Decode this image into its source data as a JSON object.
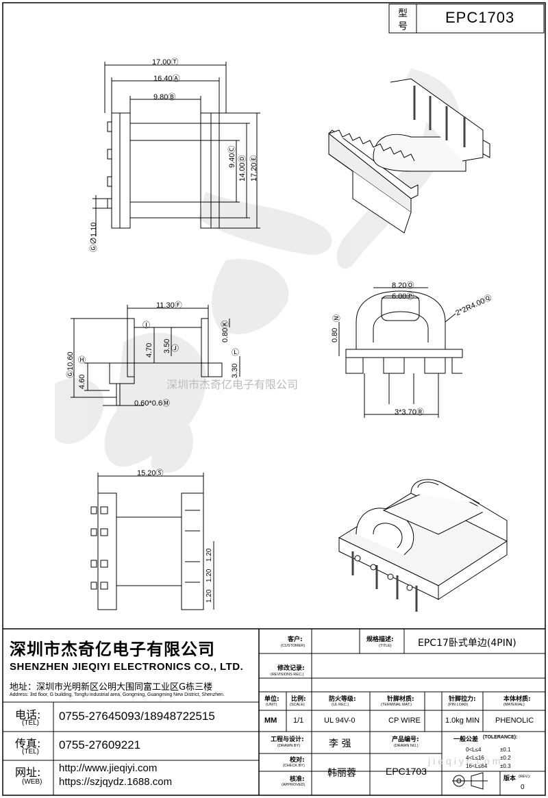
{
  "header": {
    "model_label_1": "型",
    "model_label_2": "号",
    "model_value": "EPC1703"
  },
  "watermark": {
    "text": "深圳市杰奇亿电子有限公司",
    "site_text": "jieqiyi.com"
  },
  "dimensions": {
    "top_view": {
      "A": "17.00Ⓣ",
      "B": "16.40Ⓐ",
      "C": "9.80Ⓑ",
      "D": "9.40Ⓒ",
      "E": "14.00Ⓓ",
      "F": "17.20Ⓔ",
      "G": "Ⓖ∅1.10"
    },
    "front_view": {
      "A": "11.30Ⓕ",
      "B": "Ⓘ",
      "C": "4.70",
      "D": "3.50",
      "E": "Ⓙ",
      "F": "0.80Ⓚ",
      "G": "Ⓛ",
      "H": "3.30",
      "I": "Ⓖ10.60",
      "J": "Ⓗ",
      "K": "4.60",
      "L": "0.60*0.6Ⓜ"
    },
    "side_view": {
      "A": "8.20Ⓞ",
      "B": "6.00Ⓟ",
      "C": "2*2R4.00Ⓠ",
      "D": "Ⓝ",
      "E": "0.80",
      "F": "3*3.70Ⓡ"
    },
    "bottom_view": {
      "A": "15.20Ⓢ",
      "B": "1.20",
      "C": "1.20",
      "D": "1.20"
    }
  },
  "company": {
    "name_cn": "深圳市杰奇亿电子有限公司",
    "name_en": "SHENZHEN JIEQIYI ELECTRONICS CO., LTD.",
    "address_cn": "地址：深圳市光明新区公明大围同富工业区G栋三楼",
    "address_en": "Address: 3rd floor, G building, Tongfu industrial area, Gongming, Guangming New District, Shenzhen.",
    "tel_label": "电话:",
    "tel_label_en": "(TEL)",
    "tel_value": "0755-27645093/18948722515",
    "fax_label": "传真:",
    "fax_label_en": "(TEL)",
    "fax_value": "0755-27609221",
    "web_label": "网址:",
    "web_label_en": "(WEB)",
    "web_value_1": "http://www.jieqiyi.com",
    "web_value_2": "https://szjqydz.1688.com"
  },
  "title_block": {
    "customer_label": "客户:",
    "customer_label_en": "(CUSTOMER)",
    "customer_value": "",
    "title_label": "规格描述:",
    "title_label_en": "(TITLE)",
    "title_value": "EPC17卧式单边(4PIN)",
    "revisions_label": "修改记录:",
    "revisions_label_en": "(REVISIONS REC.)",
    "unit_label": "单位:",
    "unit_label_en": "(UNIT)",
    "unit_value": "MM",
    "scale_label": "比例:",
    "scale_label_en": "(SCALE)",
    "scale_value": "1/1",
    "ul_label": "防火等级:",
    "ul_label_en": "(UL REC.)",
    "ul_value": "UL 94V-0",
    "terminal_label": "针脚材质:",
    "terminal_label_en": "(TERMINAL MAT.)",
    "terminal_value": "CP WIRE",
    "pinload_label": "针脚拉力:",
    "pinload_label_en": "(PIN LOAD)",
    "pinload_value": "1.0kg MIN",
    "material_label": "本体材质:",
    "material_label_en": "(MATERIAL)",
    "material_value": "PHENOLIC",
    "drawn_label": "工程与设计:",
    "drawn_label_en": "(DRAWN BY)",
    "drawn_value": "李 强",
    "product_label": "产品编号:",
    "product_label_en": "(DRAWN NO.)",
    "product_value": "EPC1703",
    "tolerance_label": "一般公差",
    "tolerance_label_en": "(TOLERANCE):",
    "tol_1_range": "0<L≤4",
    "tol_1_value": "±0.1",
    "tol_2_range": "4<L≤16",
    "tol_2_value": "±0.2",
    "tol_3_range": "16<L≤64",
    "tol_3_value": "±0.3",
    "check_label": "校对:",
    "check_label_en": "(CHECK BY)",
    "check_value": "韩丽蓉",
    "approved_label": "核准:",
    "approved_label_en": "(APPROVED)",
    "rev_label": "版本",
    "rev_label_en": "(REV.):",
    "rev_value": "0"
  }
}
